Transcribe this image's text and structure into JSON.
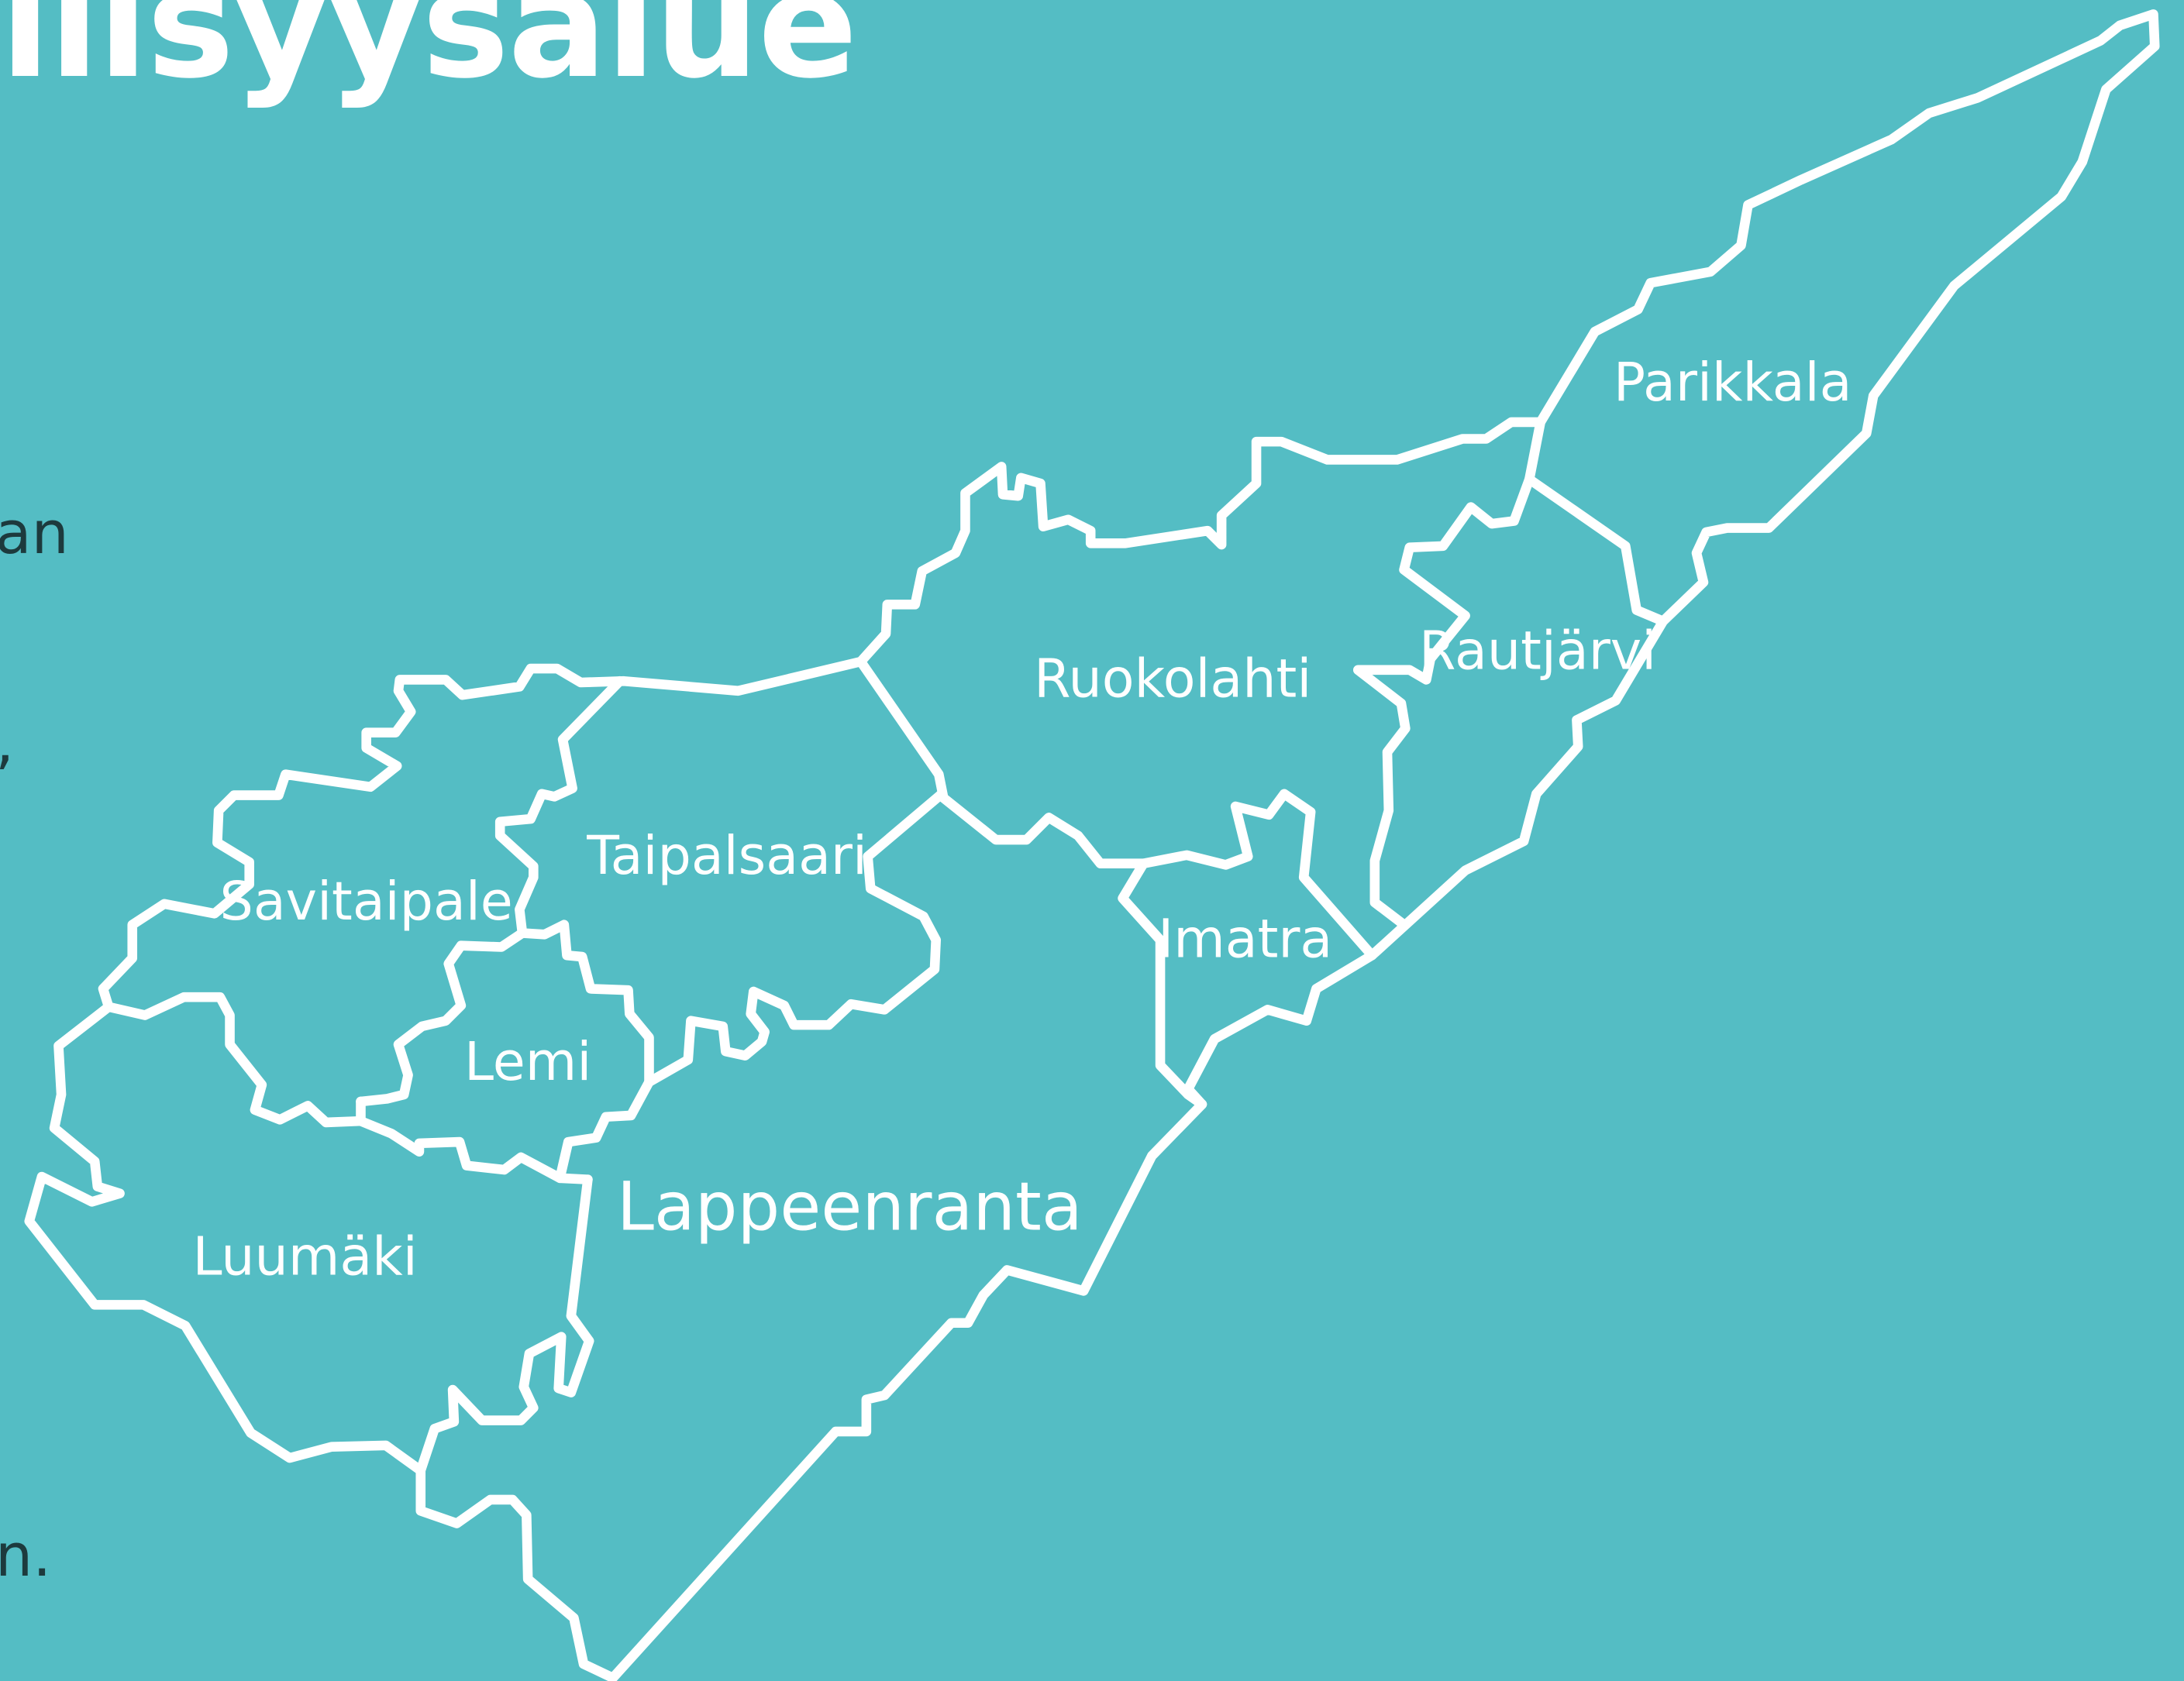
{
  "heading": "llisyysalue",
  "text_fragments": [
    "an",
    ",",
    "n."
  ],
  "colors": {
    "background": "#54bdc4",
    "border": "#ffffff",
    "label": "#ffffff",
    "body_text": "#1d3a3d"
  },
  "map": {
    "regions": {
      "parikkala": "Parikkala",
      "rautjarvi": "Rautjärvi",
      "ruokolahti": "Ruokolahti",
      "taipalsaari": "Taipalsaari",
      "savitaipale": "Savitaipale",
      "imatra": "Imatra",
      "lemi": "Lemi",
      "lappeenranta": "Lappeenranta",
      "luumaki": "Luumäki"
    }
  }
}
